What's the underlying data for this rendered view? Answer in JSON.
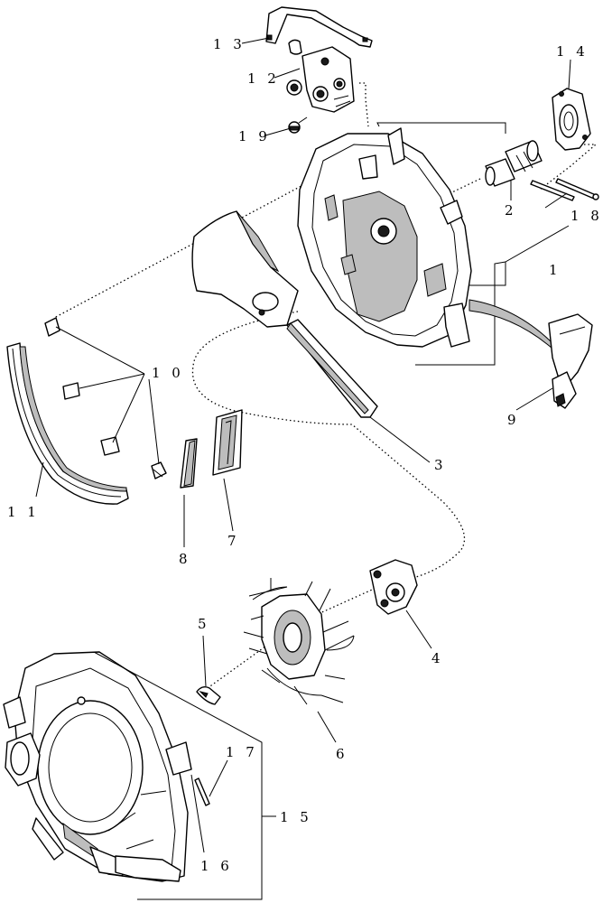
{
  "diagram": {
    "callouts": {
      "c1": "1",
      "c2": "2",
      "c3": "3",
      "c4": "4",
      "c5": "5",
      "c6": "6",
      "c7": "7",
      "c8": "8",
      "c9": "9",
      "c10": "1 0",
      "c11": "1 1",
      "c12": "1 2",
      "c13": "1 3",
      "c14": "1 4",
      "c15": "1 5",
      "c16": "1 6",
      "c17": "1 7",
      "c18": "1 8",
      "c19": "1 9"
    }
  }
}
